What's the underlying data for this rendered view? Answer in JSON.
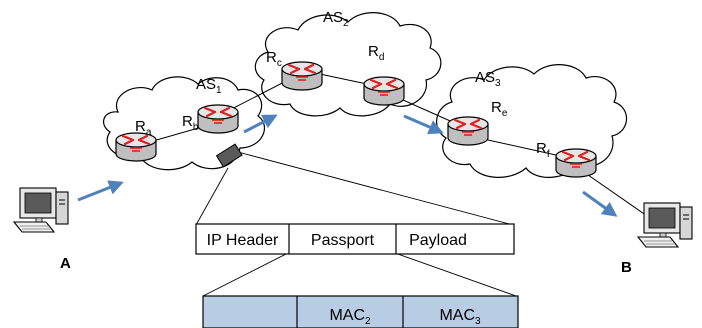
{
  "autonomous_systems": [
    {
      "id": "as1",
      "base": "AS",
      "sub": "1"
    },
    {
      "id": "as2",
      "base": "AS",
      "sub": "2"
    },
    {
      "id": "as3",
      "base": "AS",
      "sub": "3"
    }
  ],
  "routers": [
    {
      "id": "ra",
      "base": "R",
      "sub": "a"
    },
    {
      "id": "rb",
      "base": "R",
      "sub": "b"
    },
    {
      "id": "rc",
      "base": "R",
      "sub": "c"
    },
    {
      "id": "rd",
      "base": "R",
      "sub": "d"
    },
    {
      "id": "re",
      "base": "R",
      "sub": "e"
    },
    {
      "id": "rf",
      "base": "R",
      "sub": "f"
    }
  ],
  "hosts": {
    "source": "A",
    "destination": "B"
  },
  "packet": {
    "fields": [
      "IP Header",
      "Passport",
      "Payload"
    ]
  },
  "passport": {
    "fields": [
      {
        "base": "",
        "sub": ""
      },
      {
        "base": "MAC",
        "sub": "2"
      },
      {
        "base": "MAC",
        "sub": "3"
      }
    ],
    "fill_color": "#b8cce4"
  },
  "colors": {
    "arrow": "#4f81bd",
    "router_arrow": "#e02020",
    "router_body": "#d9d9d9",
    "packet_icon": "#595959"
  }
}
